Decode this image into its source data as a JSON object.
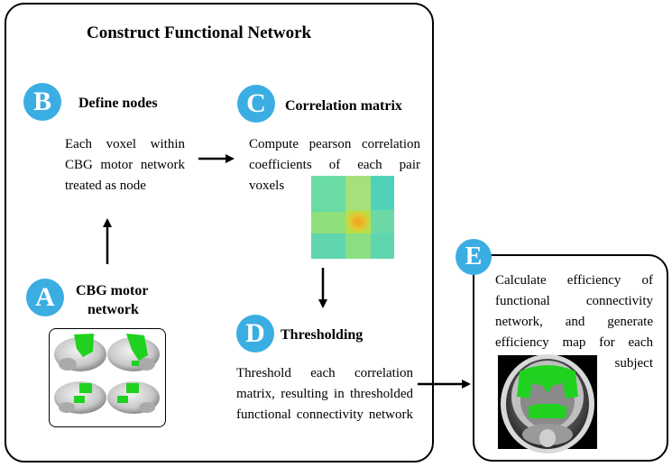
{
  "colors": {
    "badge": "#3aaee2",
    "brain_green": "#20d21f"
  },
  "main": {
    "title": "Construct Functional Network",
    "b": {
      "letter": "B",
      "label": "Define nodes",
      "lines": [
        "Each voxel within",
        "CBG motor network",
        "treated as node"
      ]
    },
    "c": {
      "letter": "C",
      "label": "Correlation matrix",
      "lines": [
        "Compute pearson correlation",
        "coefficients of each pair",
        "voxels"
      ]
    },
    "a": {
      "letter": "A",
      "label_lines": [
        "CBG motor",
        "network"
      ]
    },
    "d": {
      "letter": "D",
      "label": "Thresholding",
      "lines": [
        "Threshold each correlation",
        "matrix, resulting in thresholded",
        "functional connectivity network"
      ]
    }
  },
  "e": {
    "letter": "E",
    "lines": [
      "Calculate efficiency of",
      "functional connectivity",
      "network, and generate",
      "efficiency map for each",
      "subject"
    ]
  },
  "icons": [
    "brain-surface-icon",
    "correlation-matrix-icon",
    "coronal-mri-icon",
    "arrow-right-icon",
    "arrow-up-icon",
    "arrow-down-icon"
  ]
}
